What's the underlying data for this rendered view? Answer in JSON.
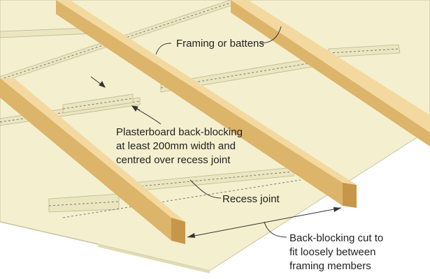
{
  "diagram": {
    "labels": {
      "framing": "Framing or battens",
      "backblock_line1": "Plasterboard back-blocking",
      "backblock_line2": "at least 200mm width and",
      "backblock_line3": "centred over recess joint",
      "recess": "Recess joint",
      "cut_line1": "Back-blocking cut to",
      "cut_line2": "fit loosely between",
      "cut_line3": "framing members"
    },
    "colors": {
      "board": "#f4f0cf",
      "board_edge": "#c9c3a2",
      "strip": "#ece6c0",
      "batten_top": "#f3d9a0",
      "batten_side": "#dcb46a",
      "batten_end": "#c8964a",
      "line": "#333333"
    }
  }
}
